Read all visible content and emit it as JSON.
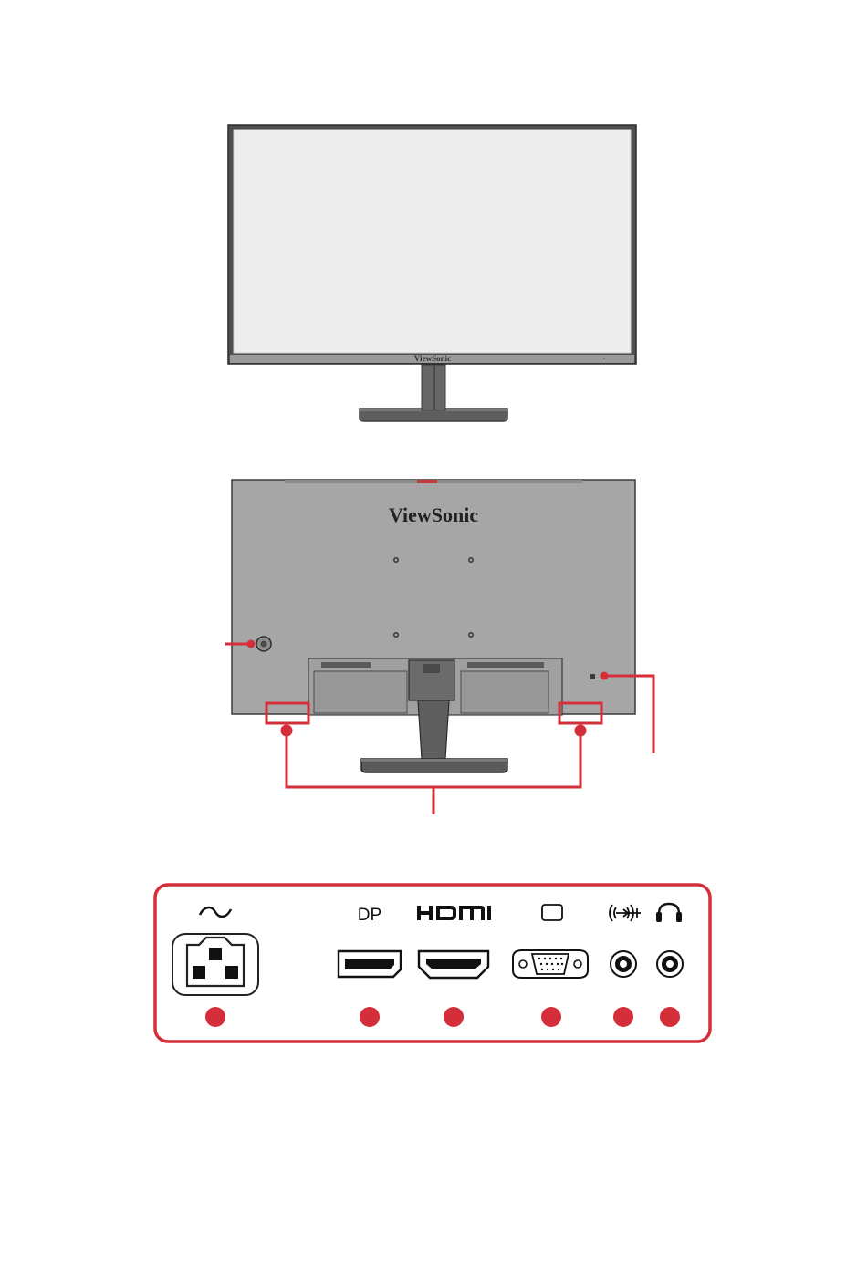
{
  "front_view": {
    "brand": "ViewSonic"
  },
  "rear_view": {
    "brand": "ViewSonic"
  },
  "io_panel": {
    "ports": [
      {
        "id": "power",
        "label": "",
        "icon": "ac-power-icon"
      },
      {
        "id": "displayport",
        "label": "DP",
        "icon": "displayport-connector-icon"
      },
      {
        "id": "hdmi",
        "label": "",
        "icon": "hdmi-logo-icon"
      },
      {
        "id": "vga",
        "label": "",
        "icon": "vga-monitor-icon"
      },
      {
        "id": "audio-in",
        "label": "",
        "icon": "audio-in-icon"
      },
      {
        "id": "headphone",
        "label": "",
        "icon": "headphone-icon"
      }
    ]
  },
  "colors": {
    "callout": "#d42e3a",
    "bezel": "#555555",
    "screen": "#ededed",
    "rear_panel": "#a6a6a6",
    "stand": "#5a5a5a"
  }
}
